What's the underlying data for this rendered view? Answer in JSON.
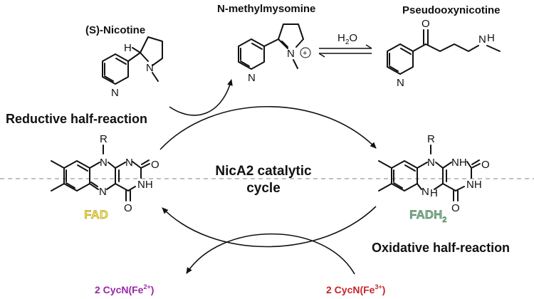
{
  "compounds": {
    "nicotine": "(S)-Nicotine",
    "methylmysomine": "N-methylmysomine",
    "pseudooxynicotine": "Pseudooxynicotine"
  },
  "water": {
    "base": "H",
    "sub": "2",
    "rest": "O"
  },
  "reactions": {
    "reductive": "Reductive half-reaction",
    "oxidative": "Oxidative half-reaction"
  },
  "cycle": {
    "line1": "NicA2 catalytic",
    "line2": "cycle"
  },
  "cofactors": {
    "fad": "FAD",
    "fadh2": {
      "base": "FADH",
      "sub": "2"
    }
  },
  "cycn": {
    "reduced": {
      "base": "2 CycN(Fe",
      "sup": "2+",
      "close": ")"
    },
    "oxidized": {
      "base": "2 CycN(Fe",
      "sup": "3+",
      "close": ")"
    }
  },
  "atoms": {
    "N": "N",
    "H": "H",
    "O": "O",
    "R": "R",
    "NH": "NH",
    "plus": "+"
  },
  "colors": {
    "fad": "#f2e04a",
    "fadh2": "#7cb48e",
    "reduced": "#9b27a8",
    "oxidized": "#c4262c",
    "dashed_line": "#9a9a9a"
  }
}
